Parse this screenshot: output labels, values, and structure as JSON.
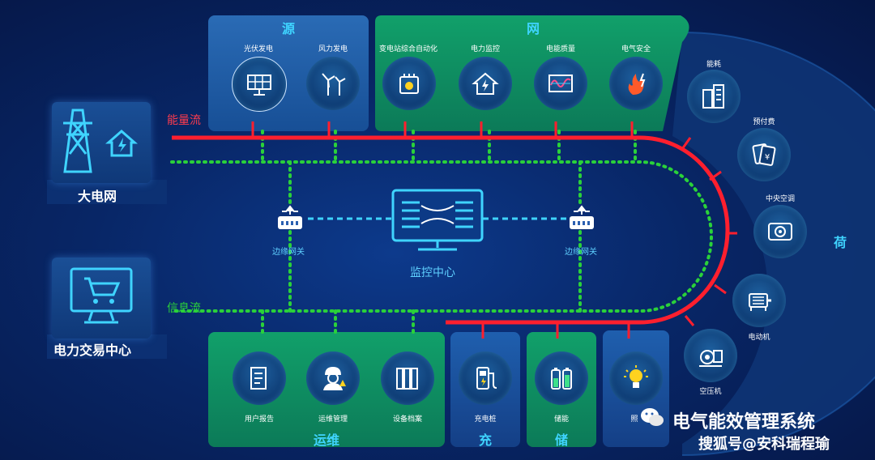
{
  "sections": {
    "source": {
      "title": "源",
      "items": [
        "光伏发电",
        "风力发电"
      ]
    },
    "grid": {
      "title": "网",
      "items": [
        "变电站综合自动化",
        "电力监控",
        "电能质量",
        "电气安全"
      ]
    },
    "load": {
      "title": "荷",
      "items": [
        "能耗",
        "预付费",
        "中央空调",
        "电动机",
        "空压机",
        "照"
      ]
    },
    "ops": {
      "title": "运维",
      "items": [
        "用户报告",
        "运维管理",
        "设备档案"
      ]
    },
    "charge": {
      "title": "充",
      "items": [
        "充电桩"
      ]
    },
    "storage": {
      "title": "储",
      "items": [
        "储能"
      ]
    }
  },
  "left": {
    "grid_label": "大电网",
    "trade_label": "电力交易中心"
  },
  "flows": {
    "energy": "能量流",
    "info": "信息流"
  },
  "center": {
    "label": "监控中心",
    "gateway_left": "边缘网关",
    "gateway_right": "边缘网关"
  },
  "watermark": {
    "line1": "电气能效管理系统",
    "line2": "搜狐号@安科瑞程瑜"
  },
  "colors": {
    "energy": "#ff1f2e",
    "info": "#2ad13a",
    "accent": "#3fd4ff",
    "green_panel": "#149a64"
  }
}
